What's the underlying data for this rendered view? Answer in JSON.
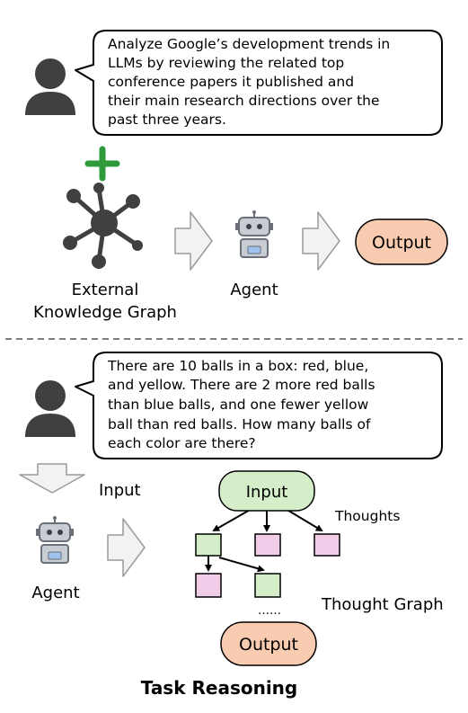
{
  "top": {
    "query_lines": [
      "Analyze Google’s development trends in",
      "LLMs by reviewing the related top",
      "conference papers it published and",
      "their main research directions over the",
      "past three years."
    ],
    "kg_label_lines": [
      "External",
      "Knowledge Graph"
    ],
    "agent_label": "Agent",
    "output_label": "Output"
  },
  "bottom": {
    "query_lines": [
      "There are 10 balls in a box: red, blue,",
      "and yellow. There are 2 more red balls",
      "than blue balls, and one fewer yellow",
      "ball than red balls. How many balls of",
      "each color are there?"
    ],
    "input_arrow_label": "Input",
    "agent_label": "Agent",
    "graph_input_label": "Input",
    "thoughts_label": "Thoughts",
    "ellipsis": "……",
    "thought_graph_label": "Thought Graph",
    "output_label": "Output"
  },
  "caption": "Task Reasoning",
  "colors": {
    "plus_green": "#2e9a3c",
    "output_fill": "#f9cbb0",
    "input_fill": "#d5eec9",
    "green_node": "#d5eec9",
    "pink_node": "#f1cdea",
    "arrow_fill": "#f2f2f2",
    "arrow_stroke": "#9a9a9a",
    "icon_dark": "#404040",
    "robot_gray": "#c8ccd3",
    "robot_blue": "#9ec4ee"
  }
}
